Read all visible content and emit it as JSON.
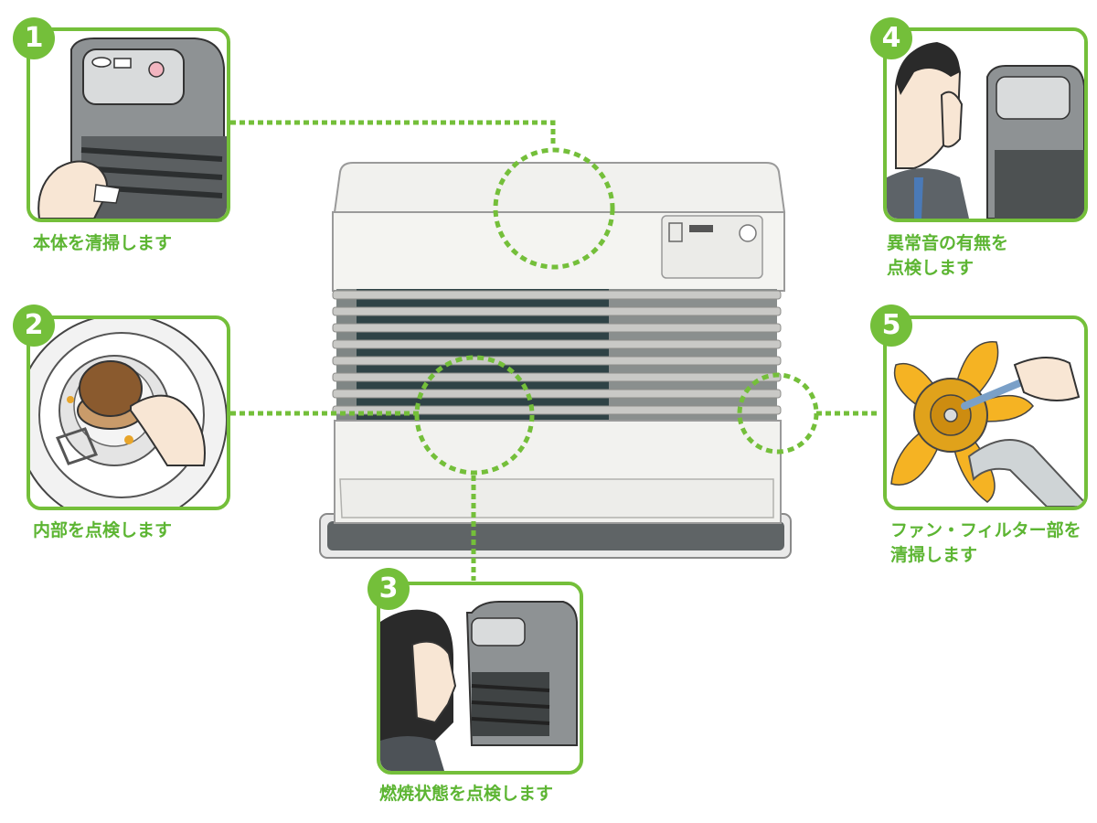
{
  "steps": [
    {
      "number": "1",
      "label": "本体を清掃します"
    },
    {
      "number": "2",
      "label": "内部を点検します"
    },
    {
      "number": "3",
      "label": "燃焼状態を点検します"
    },
    {
      "number": "4",
      "label_line1": "異常音の有無を",
      "label_line2": "点検します"
    },
    {
      "number": "5",
      "label_line1": "ファン・フィルター部を",
      "label_line2": "清掃します"
    }
  ],
  "colors": {
    "accent": "#74bf3a",
    "caption": "#5cb532",
    "heater_body": "#f1f1ee",
    "louver_dark": "#2f4346"
  }
}
